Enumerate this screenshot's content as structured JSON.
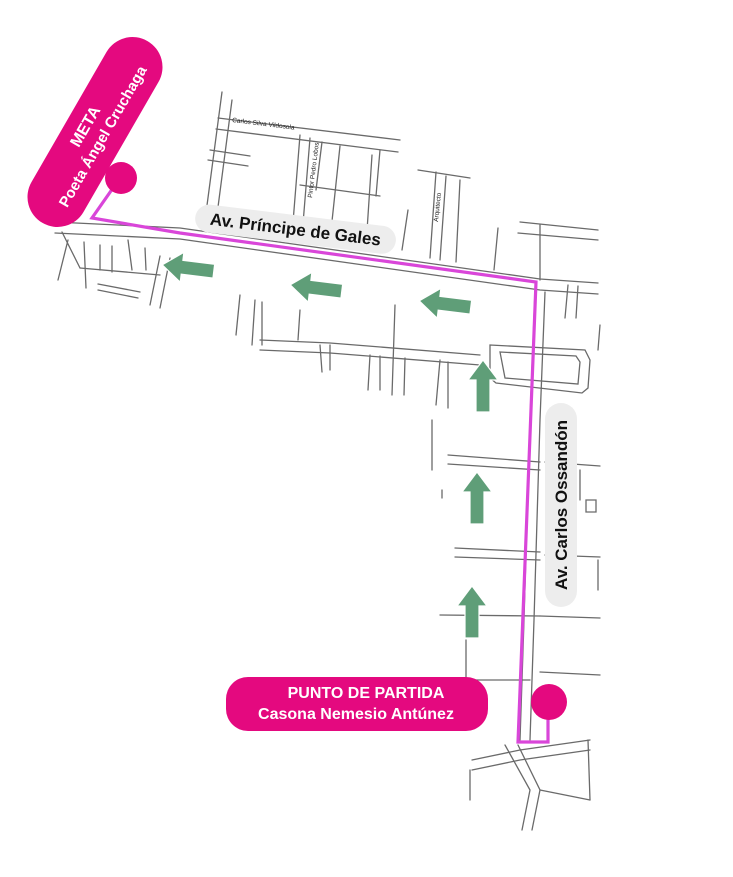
{
  "colors": {
    "route": "#d946d9",
    "magenta": "#e4097f",
    "arrow": "#5f9e78",
    "street": "#6a6a6a",
    "label_bg": "#ededed"
  },
  "goal": {
    "title": "META",
    "subtitle": "Poeta Ángel Cruchaga"
  },
  "start": {
    "title": "PUNTO DE PARTIDA",
    "subtitle": "Casona Nemesio Antúnez"
  },
  "streets": {
    "principe_de_gales": "Av. Príncipe de Gales",
    "carlos_ossandon": "Av. Carlos Ossandón",
    "carlos_silva_vildosola": "Carlos   Silva Vildosola",
    "pintor_pedro_lobos": "Pintor Pedro Lobos",
    "arquitecto": "Arquitecto"
  },
  "icons": {
    "direction_arrow": "arrow-icon",
    "marker": "circle-marker-icon"
  }
}
